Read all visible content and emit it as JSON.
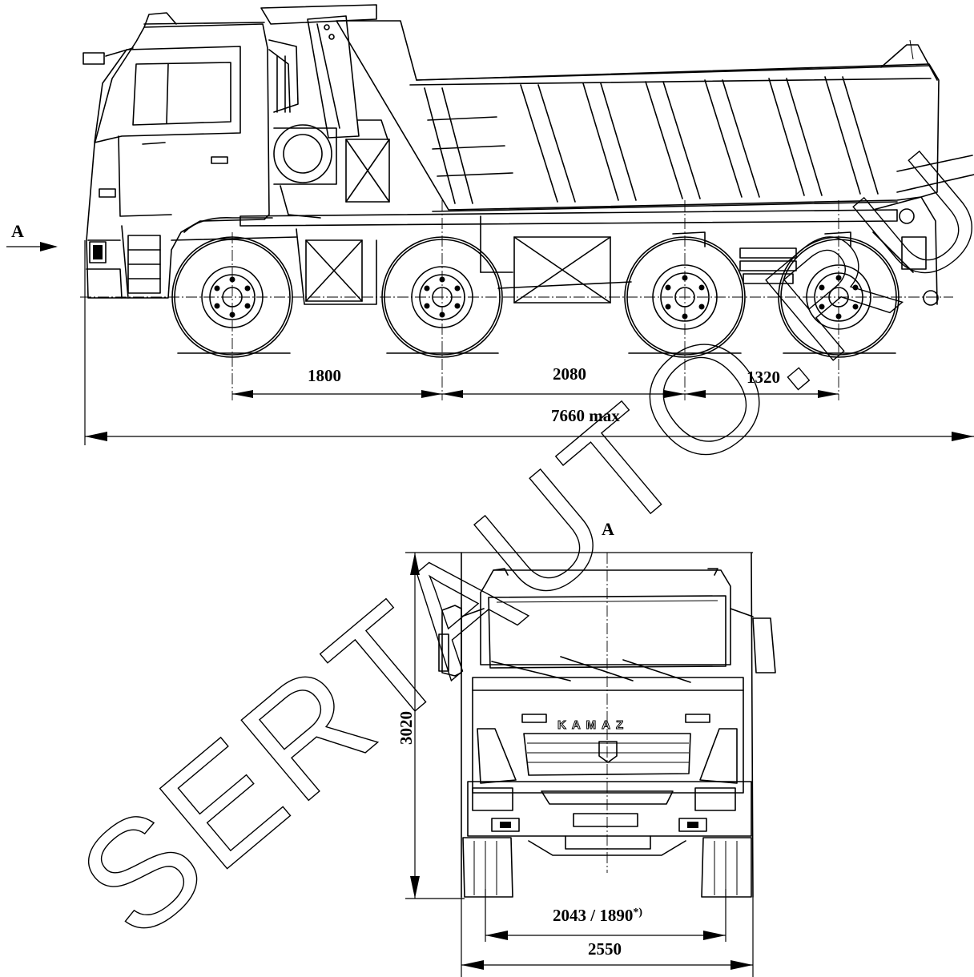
{
  "side_view": {
    "view_arrow_label": "A",
    "dimensions": {
      "axle_1_2": "1800",
      "axle_2_3": "2080",
      "axle_3_4": "1320",
      "overall_length": "7660 max"
    }
  },
  "front_view": {
    "view_label": "A",
    "brand_text": "KAMAZ",
    "dimensions": {
      "height": "3020",
      "track": "2043 / 1890",
      "track_footnote": "*)",
      "width": "2550"
    }
  },
  "watermark": "SERTAUTO.RU",
  "colors": {
    "ink": "#000000",
    "paper": "#ffffff"
  }
}
